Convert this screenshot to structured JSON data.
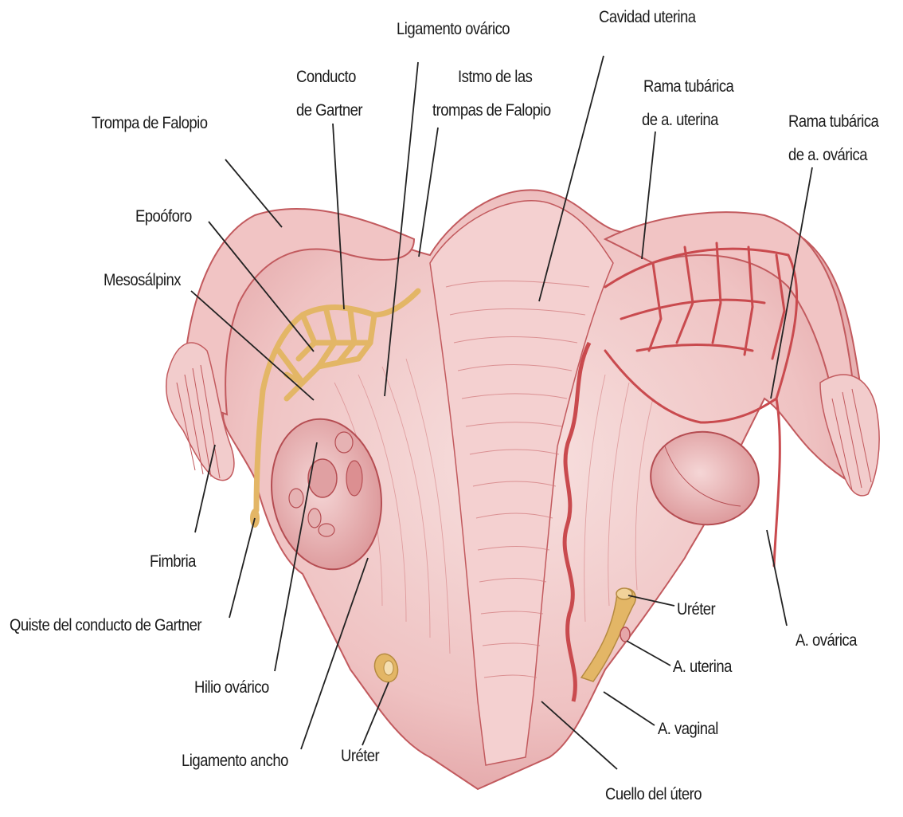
{
  "diagram": {
    "labels": {
      "ligamento_ovarico": "Ligamento ovárico",
      "cavidad_uterina": "Cavidad uterina",
      "conducto_gartner_1": "Conducto",
      "conducto_gartner_2": "de Gartner",
      "istmo_1": "Istmo de las",
      "istmo_2": "trompas de Falopio",
      "rama_uterina_1": "Rama tubárica",
      "rama_uterina_2": "de a. uterina",
      "rama_ovarica_1": "Rama tubárica",
      "rama_ovarica_2": "de a. ovárica",
      "trompa_falopio": "Trompa de Falopio",
      "epooforo": "Epoóforo",
      "mesosalpinx": "Mesosálpinx",
      "fimbria": "Fimbria",
      "quiste_gartner": "Quiste del conducto de Gartner",
      "hilio_ovarico": "Hilio ovárico",
      "ligamento_ancho": "Ligamento ancho",
      "ureter_left": "Uréter",
      "ureter_right": "Uréter",
      "a_uterina": "A. uterina",
      "a_vaginal": "A. vaginal",
      "a_ovarica": "A. ovárica",
      "cuello_utero": "Cuello del útero"
    },
    "colors": {
      "tissue": "#f3c8c8",
      "tissue_dark": "#c25a5e",
      "artery": "#c94a4e",
      "duct": "#e8c47a",
      "leader": "#222222"
    }
  }
}
